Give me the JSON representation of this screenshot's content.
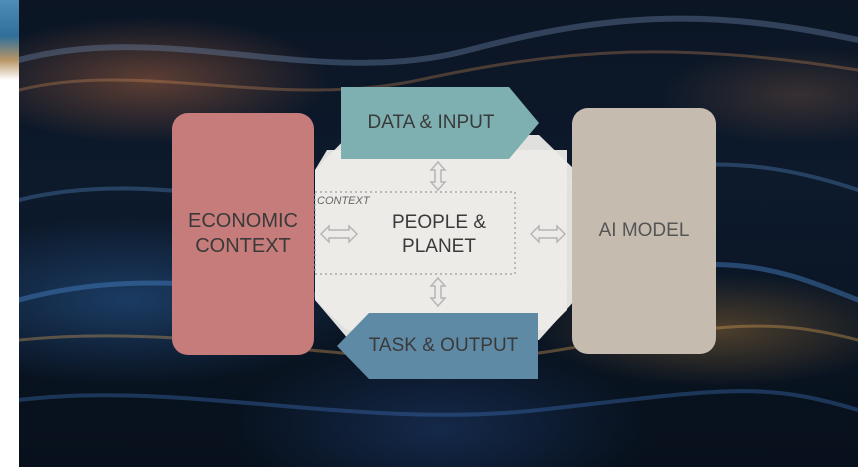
{
  "diagram": {
    "left_box": "ECONOMIC\nCONTEXT",
    "top_arrow": "DATA & INPUT",
    "center_label": "PEOPLE &\nPLANET",
    "context_tag": "CONTEXT",
    "right_box": "AI MODEL",
    "bottom_arrow": "TASK & OUTPUT"
  },
  "colors": {
    "economic_box": "#c67c7a",
    "ai_model_box": "#c5bcaf",
    "data_arrow": "#7eb0b1",
    "task_arrow": "#5f8aa6",
    "center_octagon": "#ecebe8"
  }
}
